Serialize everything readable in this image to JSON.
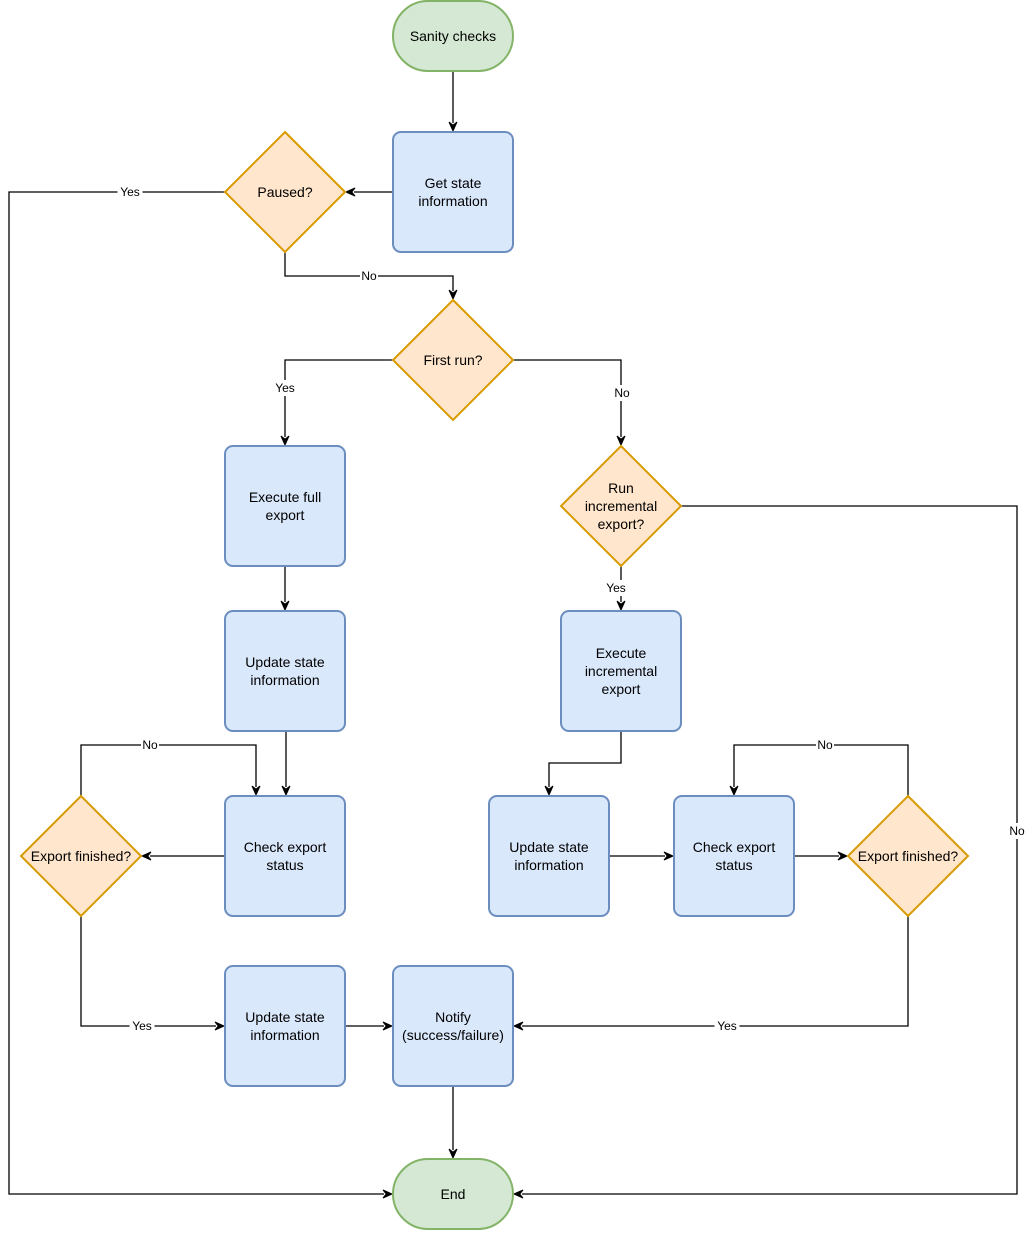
{
  "colors": {
    "terminal_fill": "#d5e8d4",
    "terminal_stroke": "#82b366",
    "process_fill": "#dae8fc",
    "process_stroke": "#6c8ebf",
    "decision_fill": "#ffe6cc",
    "decision_stroke": "#d79b00",
    "edge": "#000000"
  },
  "nodes": {
    "sanity_checks": [
      "Sanity checks"
    ],
    "get_state": [
      "Get state",
      "information"
    ],
    "paused": [
      "Paused?"
    ],
    "first_run": [
      "First run?"
    ],
    "execute_full": [
      "Execute full",
      "export"
    ],
    "update_state_1": [
      "Update state",
      "information"
    ],
    "check_export_1": [
      "Check export",
      "status"
    ],
    "export_finished_1": [
      "Export finished?"
    ],
    "update_state_3": [
      "Update state",
      "information"
    ],
    "notify": [
      "Notify",
      "(success/failure)"
    ],
    "run_incremental": [
      "Run",
      "incremental",
      "export?"
    ],
    "execute_incremental": [
      "Execute",
      "incremental",
      "export"
    ],
    "update_state_2": [
      "Update state",
      "information"
    ],
    "check_export_2": [
      "Check export",
      "status"
    ],
    "export_finished_2": [
      "Export finished?"
    ],
    "end": [
      "End"
    ]
  },
  "edge_labels": {
    "paused_yes": "Yes",
    "paused_no": "No",
    "first_run_yes": "Yes",
    "first_run_no": "No",
    "run_incremental_yes": "Yes",
    "run_incremental_no": "No",
    "finished1_no": "No",
    "finished1_yes": "Yes",
    "finished2_no": "No",
    "finished2_yes": "Yes"
  }
}
